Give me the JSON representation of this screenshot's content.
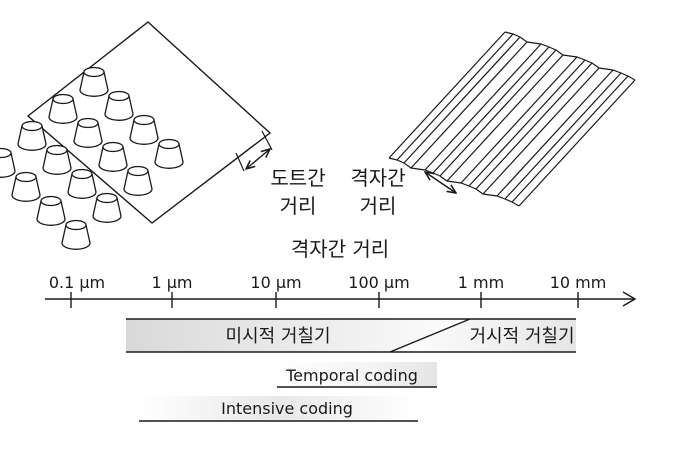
{
  "labels": {
    "dot_spacing": [
      "도트간",
      "거리"
    ],
    "grating_spacing": [
      "격자간",
      "거리"
    ],
    "axis_title": "격자간 거리"
  },
  "axis": {
    "ticks": [
      "0.1 µm",
      "1 µm",
      "10 µm",
      "100 µm",
      "1 mm",
      "10 mm"
    ]
  },
  "bands": {
    "micro_roughness": "미시적 거칠기",
    "macro_roughness": "거시적 거칠기",
    "temporal_coding": "Temporal coding",
    "intensive_coding": "Intensive coding"
  },
  "colors": {
    "line": "#1a1a1a",
    "shade": "#dcdcdc"
  }
}
